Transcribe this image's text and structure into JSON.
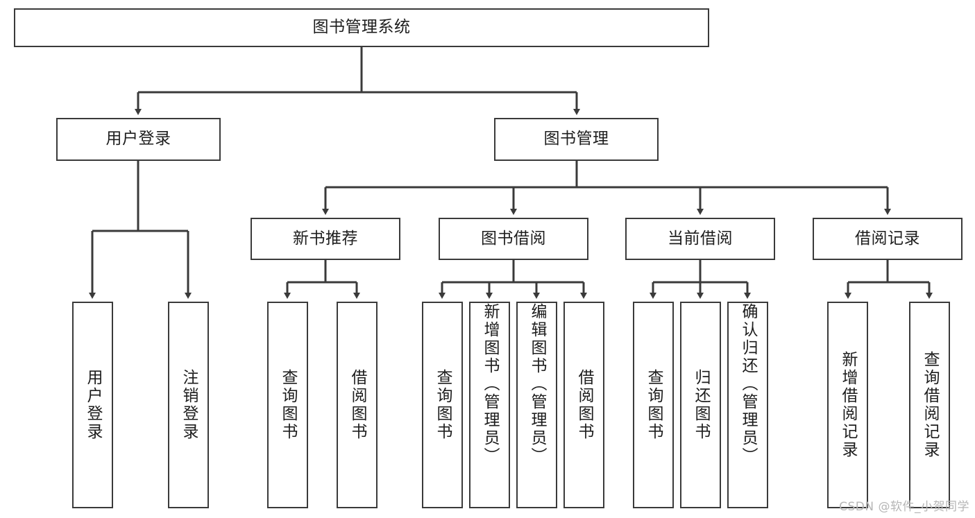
{
  "diagram": {
    "title": "图书管理系统",
    "type": "hierarchy-tree",
    "orientation": "top-down",
    "colors": {
      "stroke": "#3a3a3a",
      "fill": "#ffffff",
      "text": "#1d1d1d",
      "watermark": "#b6b6b6"
    },
    "levels": {
      "root": {
        "label": "图书管理系统"
      },
      "level2": [
        {
          "label": "用户登录"
        },
        {
          "label": "图书管理"
        }
      ],
      "level3": [
        {
          "label": "新书推荐"
        },
        {
          "label": "图书借阅"
        },
        {
          "label": "当前借阅"
        },
        {
          "label": "借阅记录"
        }
      ],
      "leaves": [
        {
          "label": "用户登录",
          "parent": "用户登录"
        },
        {
          "label": "注销登录",
          "parent": "用户登录"
        },
        {
          "label": "查询图书",
          "parent": "新书推荐"
        },
        {
          "label": "借阅图书",
          "parent": "新书推荐"
        },
        {
          "label": "查询图书",
          "parent": "图书借阅"
        },
        {
          "label": "新增图书（管理员）",
          "parent": "图书借阅"
        },
        {
          "label": "编辑图书（管理员）",
          "parent": "图书借阅"
        },
        {
          "label": "借阅图书",
          "parent": "图书借阅"
        },
        {
          "label": "查询图书",
          "parent": "当前借阅"
        },
        {
          "label": "归还图书",
          "parent": "当前借阅"
        },
        {
          "label": "确认归还（管理员）",
          "parent": "当前借阅"
        },
        {
          "label": "新增借阅记录",
          "parent": "借阅记录"
        },
        {
          "label": "查询借阅记录",
          "parent": "借阅记录"
        }
      ]
    }
  },
  "watermark": "CSDN @软件_小贺同学"
}
